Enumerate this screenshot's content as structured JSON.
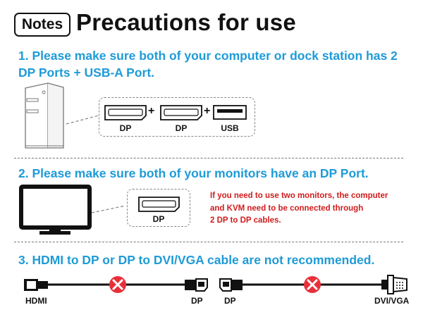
{
  "header": {
    "badge": "Notes",
    "title": "Precautions for use"
  },
  "steps": [
    {
      "text": "1. Please make sure both of your computer or dock station has 2 DP Ports + USB-A Port."
    },
    {
      "text": "2. Please make sure both of your monitors have an DP Port."
    },
    {
      "text": "3. HDMI to DP or DP to DVI/VGA cable are not recommended."
    }
  ],
  "step1_ports": {
    "labels": [
      "DP",
      "DP",
      "USB"
    ],
    "separator": "+"
  },
  "step2_port": {
    "label": "DP"
  },
  "warning": {
    "lines": [
      "If you need to use two monitors, the computer",
      "and KVM need to be connected through",
      "2 DP to DP cables."
    ]
  },
  "cables": {
    "labels": [
      "HDMI",
      "DP",
      "DP",
      "DVI/VGA"
    ]
  },
  "colors": {
    "step_text": "#1e9bd7",
    "warning_text": "#d01c1c",
    "not_recommended_icon": "#e8303a"
  },
  "icons": [
    "computer-tower-icon",
    "monitor-icon",
    "dp-port-icon",
    "usb-port-icon",
    "not-recommended-x-icon",
    "hdmi-connector-icon",
    "dp-connector-icon",
    "dvi-vga-connector-icon"
  ]
}
